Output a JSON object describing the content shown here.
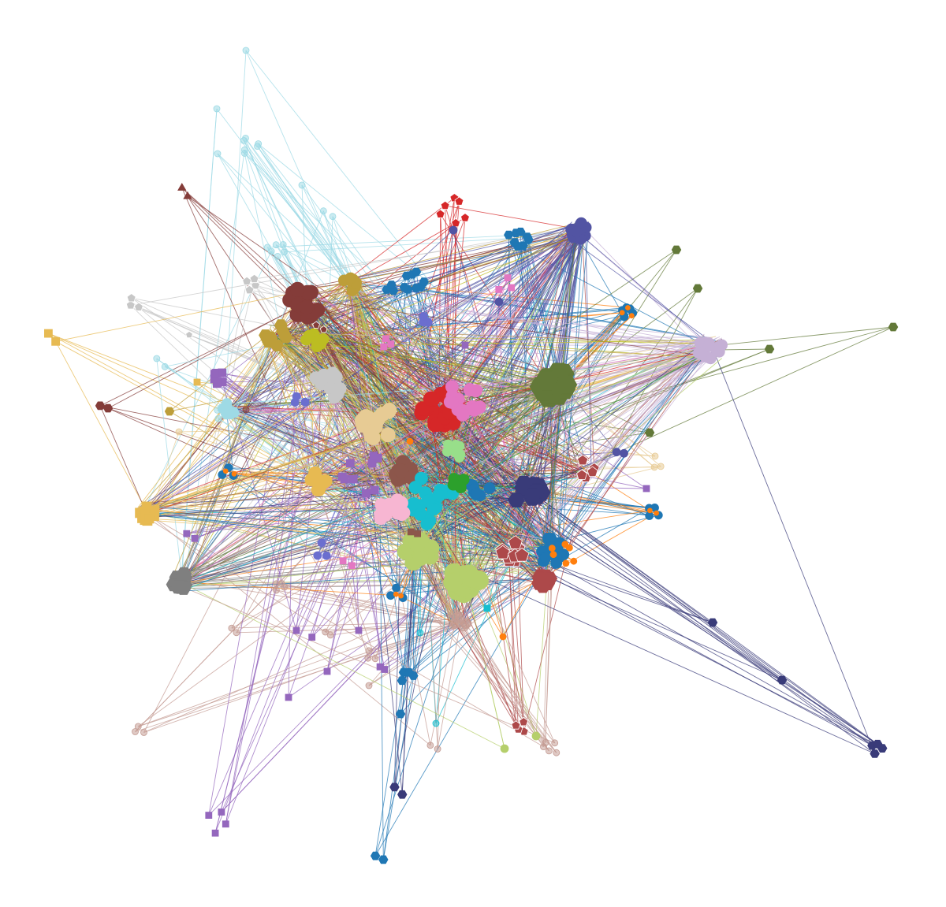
{
  "graph": {
    "title": "",
    "node_count_visible": "",
    "palette": {
      "red": "#d62728",
      "pink": "#e377c2",
      "olive-green": "#637939",
      "navy": "#393b79",
      "indigo": "#5254a3",
      "lavender": "#c5b0d5",
      "dark-red": "#843c39",
      "mustard": "#bd9e39",
      "light-cyan": "#9edae5",
      "tan": "#e7cb94",
      "brown": "#8c564b",
      "cyan": "#17becf",
      "blue": "#1f77b4",
      "orange": "#ff7f0e",
      "lime": "#b5cf6b",
      "salmon": "#c49c94",
      "purple": "#9467bd",
      "gray": "#7f7f7f",
      "light-gray": "#c7c7c7",
      "gold": "#e7ba52",
      "light-pink": "#f7b6d2",
      "crimson": "#ad494a",
      "green": "#2ca02c",
      "periwinkle": "#6b6ecf",
      "yellow-green": "#bcbd22",
      "light-green": "#98df8a",
      "light-orange": "#ffbb78"
    },
    "shape_legend": [
      "circle",
      "square",
      "triangle",
      "pentagon",
      "hexagon",
      "ring"
    ]
  }
}
